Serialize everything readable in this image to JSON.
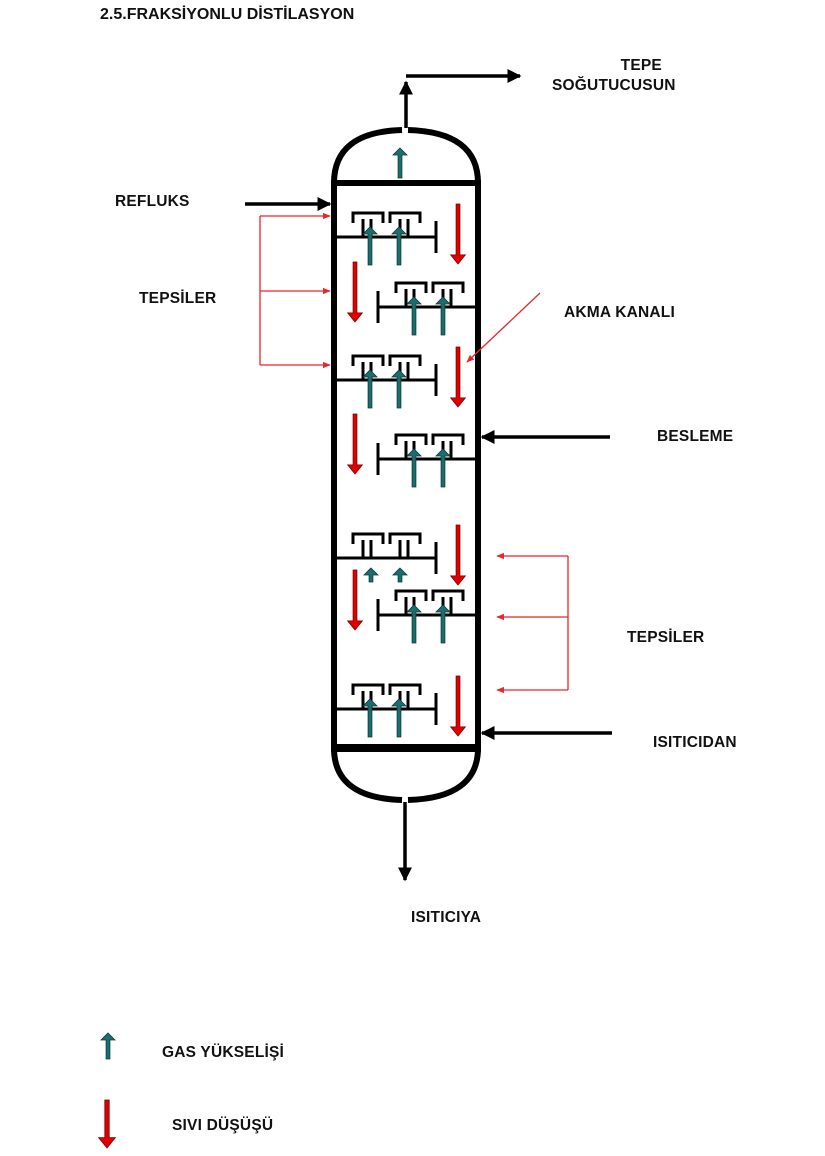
{
  "title": "2.5.FRAKSİYONLU DİSTİLASYON",
  "labels": {
    "top_line1": "TEPE",
    "top_line2": "SOĞUTUCUSUN",
    "reflux": "REFLUKS",
    "trays_left": "TEPSİLER",
    "downcomer": "AKMA KANALI",
    "feed": "BESLEME",
    "trays_right": "TEPSİLER",
    "from_heater": "ISITICIDAN",
    "to_heater": "ISITICIYA"
  },
  "legend": [
    {
      "icon": "gas-rise-arrow-icon",
      "label": "GAS YÜKSELİŞİ",
      "color": "#1a6e6e"
    },
    {
      "icon": "liquid-fall-arrow-icon",
      "label": "SIVI DÜŞÜŞÜ",
      "color": "#e00000"
    }
  ],
  "colors": {
    "gas": "#1a6e6e",
    "liquid": "#e00000",
    "pointer": "#e8262b",
    "structure": "#000000"
  },
  "trays": [
    {
      "side": "left",
      "caps": 2
    },
    {
      "side": "right",
      "caps": 2
    },
    {
      "side": "left",
      "caps": 2
    },
    {
      "side": "right",
      "caps": 2
    },
    {
      "side": "left",
      "caps": 2
    },
    {
      "side": "right",
      "caps": 2
    },
    {
      "side": "left",
      "caps": 2
    }
  ]
}
